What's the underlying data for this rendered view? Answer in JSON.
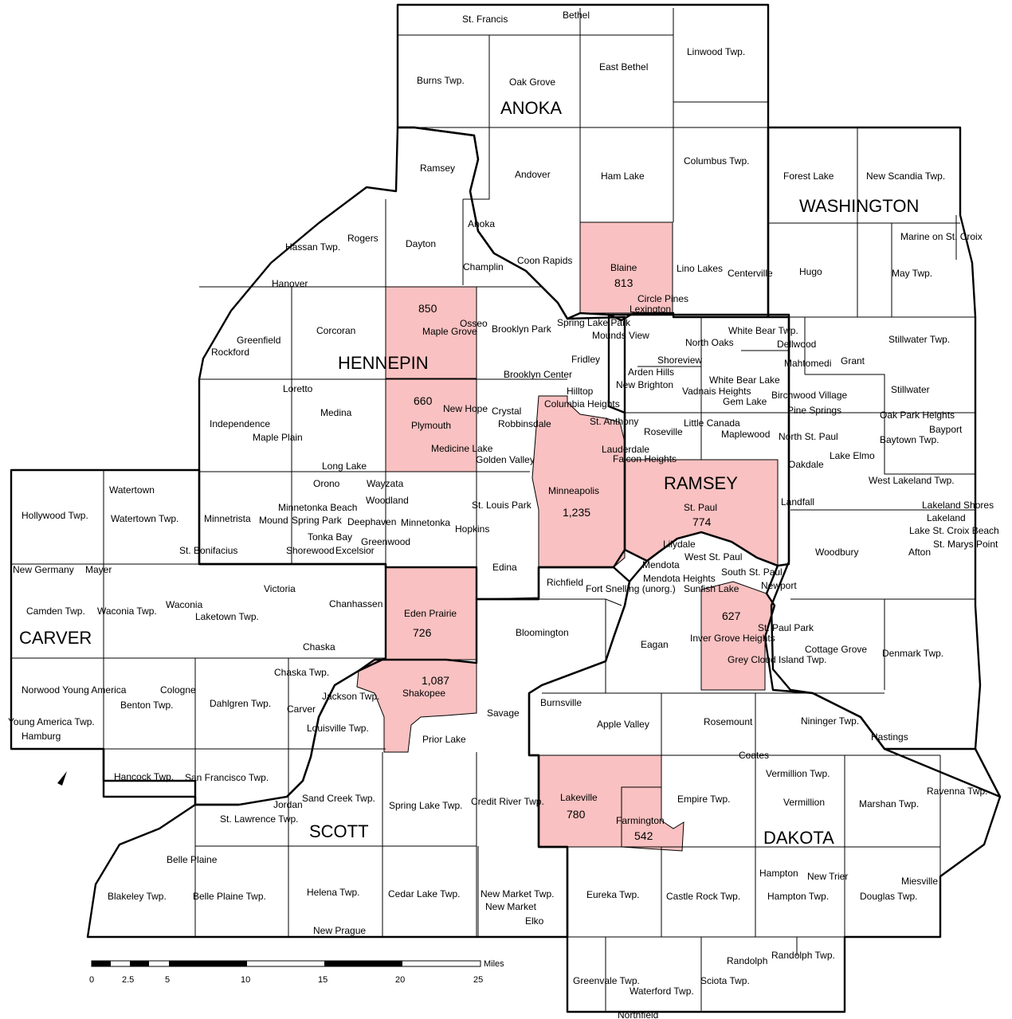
{
  "colors": {
    "highlight": "#f9c1c1",
    "line": "#000000",
    "background": "#ffffff"
  },
  "counties": {
    "anoka": "ANOKA",
    "washington": "WASHINGTON",
    "hennepin": "HENNEPIN",
    "ramsey": "RAMSEY",
    "carver": "CARVER",
    "scott": "SCOTT",
    "dakota": "DAKOTA"
  },
  "highlighted": {
    "blaine": {
      "name": "Blaine",
      "value": "813"
    },
    "maple_grove": {
      "name": "Maple Grove",
      "value": "850"
    },
    "plymouth": {
      "name": "Plymouth",
      "value": "660"
    },
    "minneapolis": {
      "name": "Minneapolis",
      "value": "1,235"
    },
    "st_paul": {
      "name": "St. Paul",
      "value": "774"
    },
    "eden_prairie": {
      "name": "Eden Prairie",
      "value": "726"
    },
    "shakopee": {
      "name": "Shakopee",
      "value": "1,087"
    },
    "inver_grove": {
      "name": "Inver Grove Heights",
      "value": "627"
    },
    "lakeville": {
      "name": "Lakeville",
      "value": "780"
    },
    "farmington": {
      "name": "Farmington",
      "value": "542"
    }
  },
  "municipalities": [
    "St. Francis",
    "Bethel",
    "Burns Twp.",
    "Oak Grove",
    "East Bethel",
    "Linwood Twp.",
    "Ramsey",
    "Andover",
    "Ham Lake",
    "Columbus Twp.",
    "Forest Lake",
    "New Scandia Twp.",
    "Anoka",
    "Hassan Twp.",
    "Rogers",
    "Dayton",
    "Champlin",
    "Coon Rapids",
    "Lino Lakes",
    "Centerville",
    "Hugo",
    "Marine on St. Croix",
    "May Twp.",
    "Circle Pines",
    "Lexington",
    "Hanover",
    "Corcoran",
    "Osseo",
    "Brooklyn Park",
    "Spring Lake Park",
    "Mounds View",
    "White Bear Twp.",
    "Dellwood",
    "Stillwater Twp.",
    "Greenfield",
    "Rockford",
    "North Oaks",
    "Shoreview",
    "Fridley",
    "Arden Hills",
    "Grant",
    "Brooklyn Center",
    "White Bear Lake",
    "Mahtomedi",
    "Stillwater",
    "Loretto",
    "New Brighton",
    "Vadnais Heights",
    "Birchwood Village",
    "Hilltop",
    "Columbia Heights",
    "Gem Lake",
    "Medina",
    "New Hope",
    "Crystal",
    "Pine Springs",
    "Oak Park Heights",
    "Independence",
    "Robbinsdale",
    "St. Anthony",
    "Little Canada",
    "Bayport",
    "Maple Plain",
    "Roseville",
    "Maplewood",
    "North St. Paul",
    "Baytown Twp.",
    "Medicine Lake",
    "Golden Valley",
    "Lauderdale",
    "Lake Elmo",
    "Falcon Heights",
    "Long Lake",
    "Oakdale",
    "Watertown",
    "Orono",
    "Wayzata",
    "West Lakeland Twp.",
    "Woodland",
    "Landfall",
    "Lakeland Shores",
    "Hollywood Twp.",
    "Watertown Twp.",
    "Minnetrista",
    "Minnetonka Beach",
    "St. Louis Park",
    "Lakeland",
    "Mound",
    "Spring Park",
    "Deephaven",
    "Minnetonka",
    "Lake St. Croix Beach",
    "Tonka Bay",
    "Hopkins",
    "St. Marys Point",
    "Greenwood",
    "Lilydale",
    "St. Bonifacius",
    "Shorewood",
    "Excelsior",
    "West St. Paul",
    "Afton",
    "Woodbury",
    "Mendota",
    "New Germany",
    "Mayer",
    "Edina",
    "South St. Paul",
    "Victoria",
    "Mendota Heights",
    "Richfield",
    "Newport",
    "Fort Snelling (unorg.)",
    "Sunfish Lake",
    "Chanhassen",
    "Camden Twp.",
    "Waconia Twp.",
    "Waconia",
    "Laketown Twp.",
    "Bloomington",
    "St. Paul Park",
    "Chaska",
    "Eagan",
    "Cottage Grove",
    "Denmark Twp.",
    "Grey Cloud Island Twp.",
    "Chaska Twp.",
    "Norwood Young America",
    "Cologne",
    "Jackson Twp.",
    "Benton Twp.",
    "Dahlgren Twp.",
    "Burnsville",
    "Carver",
    "Savage",
    "Apple Valley",
    "Rosemount",
    "Nininger Twp.",
    "Young America Twp.",
    "Louisville Twp.",
    "Hamburg",
    "Hastings",
    "Prior Lake",
    "Coates",
    "Hancock Twp.",
    "San Francisco Twp.",
    "Vermillion Twp.",
    "Ravenna Twp.",
    "Sand Creek Twp.",
    "Vermillion",
    "Jordan",
    "Credit River Twp.",
    "Empire Twp.",
    "Spring Lake Twp.",
    "Marshan Twp.",
    "St. Lawrence Twp.",
    "Belle Plaine",
    "Hampton",
    "New Trier",
    "Miesville",
    "Blakeley Twp.",
    "Belle Plaine Twp.",
    "Helena Twp.",
    "Cedar Lake Twp.",
    "New Market Twp.",
    "Eureka Twp.",
    "Castle Rock Twp.",
    "Hampton Twp.",
    "Douglas Twp.",
    "New Market",
    "Elko",
    "New Prague",
    "Randolph",
    "Randolph Twp.",
    "Greenvale Twp.",
    "Sciota Twp.",
    "Waterford Twp.",
    "Northfield"
  ],
  "scale": {
    "ticks": [
      "0",
      "2.5",
      "5",
      "10",
      "15",
      "20",
      "25"
    ],
    "unit": "Miles"
  }
}
